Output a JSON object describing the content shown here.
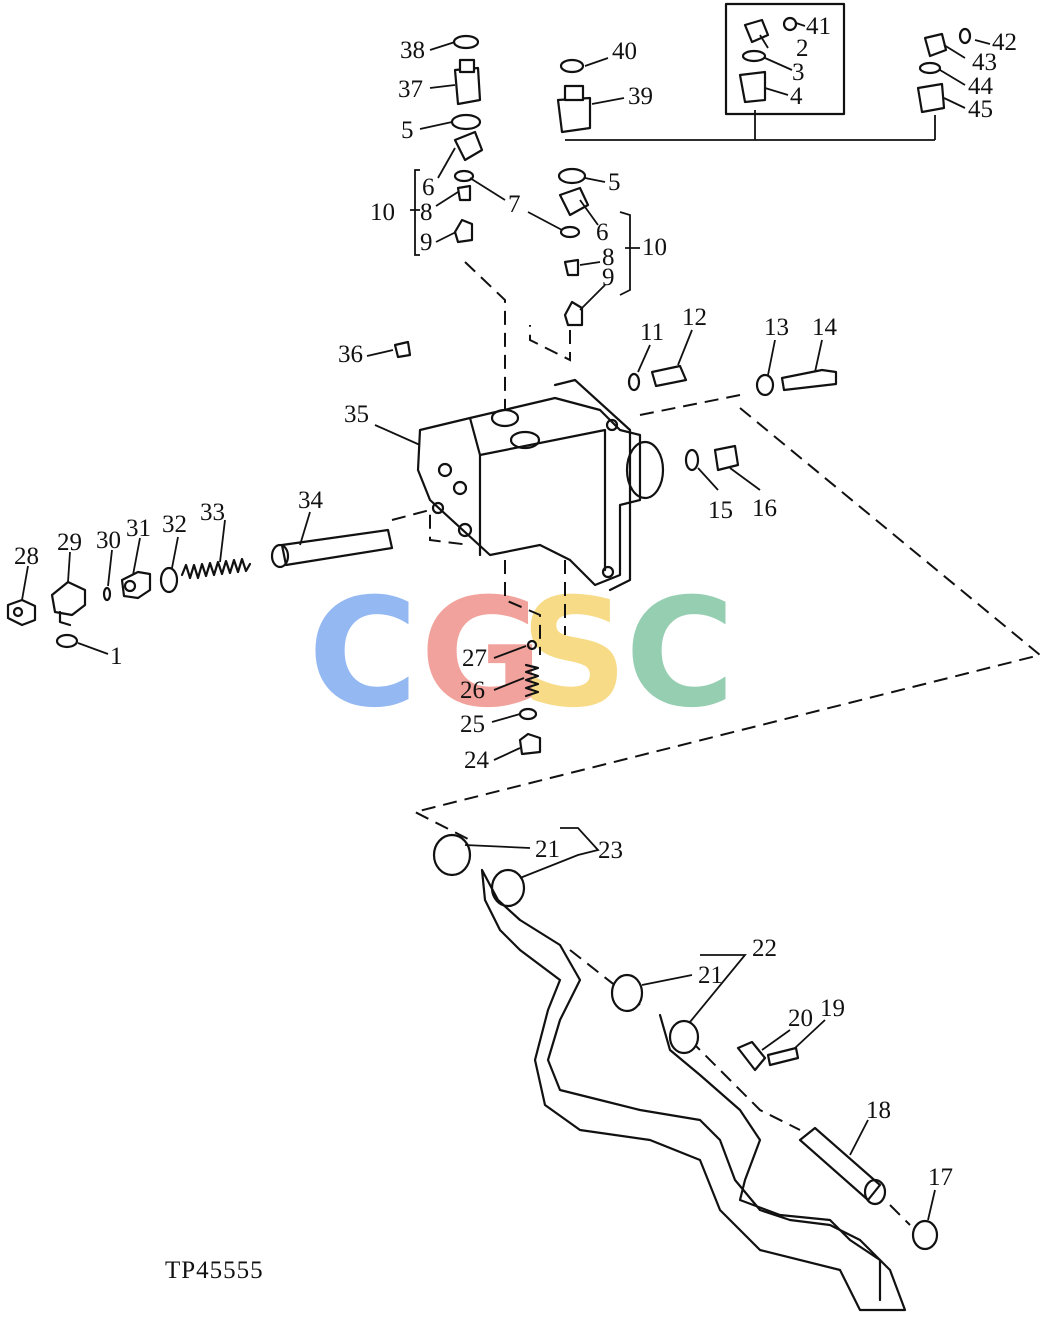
{
  "figure": {
    "code": "TP45555",
    "watermark": {
      "letters": [
        "C",
        "G",
        "S",
        "C"
      ],
      "colors": [
        "#7aa7f0",
        "#ef8b84",
        "#f6d36a",
        "#7cc29f"
      ]
    }
  },
  "callouts": [
    "1",
    "2",
    "3",
    "4",
    "5",
    "5",
    "6",
    "6",
    "7",
    "8",
    "8",
    "9",
    "9",
    "10",
    "10",
    "11",
    "12",
    "13",
    "14",
    "15",
    "16",
    "17",
    "18",
    "19",
    "20",
    "21",
    "21",
    "22",
    "23",
    "24",
    "25",
    "26",
    "27",
    "28",
    "29",
    "30",
    "31",
    "32",
    "33",
    "34",
    "35",
    "36",
    "37",
    "38",
    "39",
    "40",
    "41",
    "42",
    "43",
    "44",
    "45"
  ]
}
